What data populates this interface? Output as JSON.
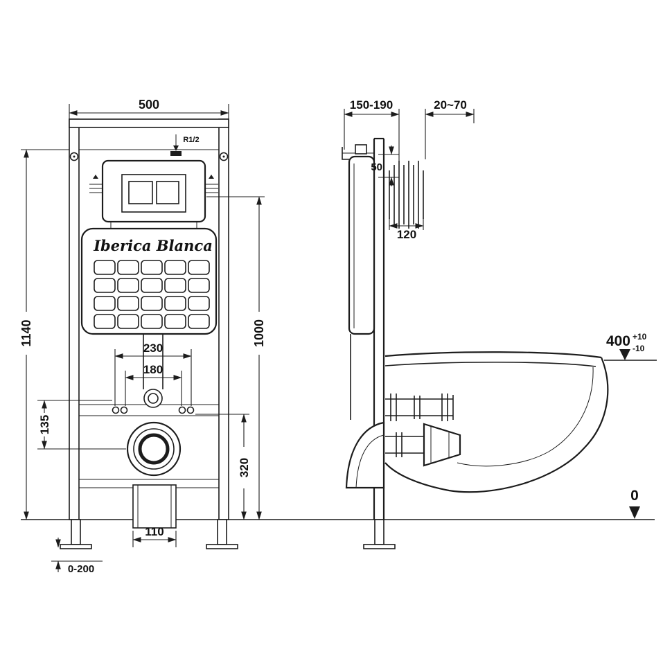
{
  "diagram": {
    "brand": "Iberica Blanca",
    "colors": {
      "line": "#1c1c1c",
      "background": "#ffffff"
    },
    "front": {
      "width": "500",
      "height": "1140",
      "inlet": "R1/2",
      "span_230": "230",
      "span_180": "180",
      "offset_135": "135",
      "height_320": "320",
      "height_1000": "1000",
      "outlet_110": "110",
      "feet_range": "0-200"
    },
    "side": {
      "depth": "150-190",
      "wall_gap": "20~70",
      "bracket_50": "50",
      "plate_120": "120",
      "seat_400": "400",
      "tol_plus": "+10",
      "tol_minus": "-10",
      "floor_0": "0"
    }
  }
}
